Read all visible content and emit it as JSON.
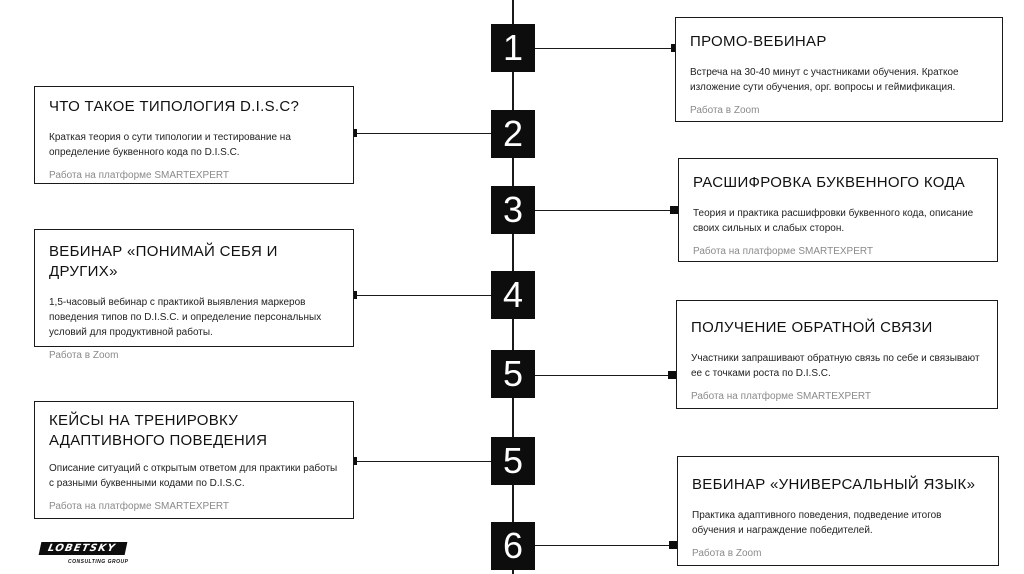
{
  "steps": [
    {
      "number": "1",
      "side": "right",
      "title": "ПРОМО-ВЕБИНАР",
      "desc": "Встреча на 30-40 минут с участниками обучения. Краткое изложение сути обучения, орг. вопросы и геймификация.",
      "note": "Работа в Zoom"
    },
    {
      "number": "2",
      "side": "left",
      "title": "ЧТО ТАКОЕ ТИПОЛОГИЯ D.I.S.C?",
      "desc": "Краткая теория о сути типологии и тестирование на определение буквенного кода по D.I.S.C.",
      "note": "Работа на платформе SMARTEXPERT"
    },
    {
      "number": "3",
      "side": "right",
      "title": "РАСШИФРОВКА БУКВЕННОГО КОДА",
      "desc": "Теория и практика расшифровки буквенного кода, описание своих сильных и слабых сторон.",
      "note": "Работа на платформе SMARTEXPERT"
    },
    {
      "number": "4",
      "side": "left",
      "title": "ВЕБИНАР «ПОНИМАЙ СЕБЯ И ДРУГИХ»",
      "desc": "1,5-часовый вебинар с практикой выявления маркеров поведения типов по D.I.S.C. и определение персональных условий для продуктивной работы.",
      "note": "Работа в Zoom"
    },
    {
      "number": "5",
      "side": "right",
      "title": "ПОЛУЧЕНИЕ ОБРАТНОЙ СВЯЗИ",
      "desc": "Участники запрашивают обратную связь по себе и связывают ее с точками роста по D.I.S.C.",
      "note": "Работа на платформе SMARTEXPERT"
    },
    {
      "number": "5",
      "side": "left",
      "title": "КЕЙСЫ НА ТРЕНИРОВКУ АДАПТИВНОГО ПОВЕДЕНИЯ",
      "desc": "Описание ситуаций с открытым ответом для практики работы с разными буквенными кодами по D.I.S.C.",
      "note": "Работа на платформе SMARTEXPERT"
    },
    {
      "number": "6",
      "side": "right",
      "title": "ВЕБИНАР «УНИВЕРСАЛЬНЫЙ ЯЗЫК»",
      "desc": "Практика адаптивного поведения, подведение итогов обучения и награждение победителей.",
      "note": "Работа в Zoom"
    }
  ],
  "logo": {
    "name": "LOBETSKY",
    "subtitle": "CONSULTING GROUP"
  }
}
